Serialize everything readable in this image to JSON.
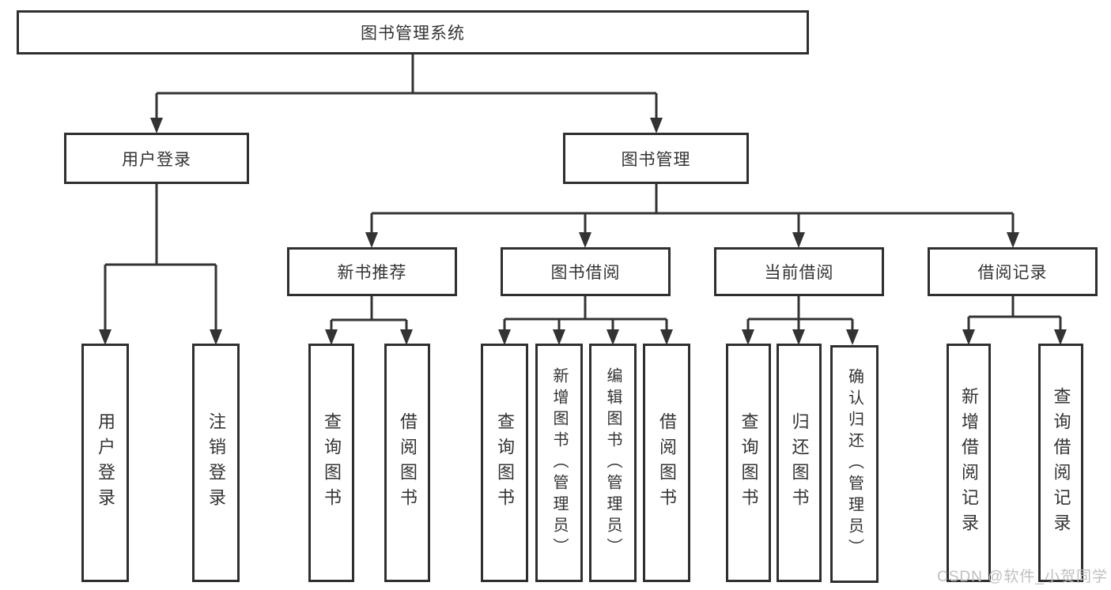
{
  "tree": {
    "root": {
      "label": "图书管理系统"
    },
    "branches": [
      {
        "label": "用户登录",
        "leaves": [
          "用户登录",
          "注销登录"
        ]
      },
      {
        "label": "图书管理",
        "children": [
          {
            "label": "新书推荐",
            "leaves": [
              "查询图书",
              "借阅图书"
            ]
          },
          {
            "label": "图书借阅",
            "leaves": [
              "查询图书",
              "新增图书（管理员）",
              "编辑图书（管理员）",
              "借阅图书"
            ]
          },
          {
            "label": "当前借阅",
            "leaves": [
              "查询图书",
              "归还图书",
              "确认归还（管理员）"
            ]
          },
          {
            "label": "借阅记录",
            "leaves": [
              "新增借阅记录",
              "查询借阅记录"
            ]
          }
        ]
      }
    ]
  },
  "watermark": {
    "text": "CSDN @软件_小贺同学"
  },
  "colors": {
    "background": "#ffffff",
    "box_fill": "#ffffff",
    "box_border": "#2f2f2f",
    "line": "#333333",
    "text": "#333333",
    "watermark": "#bfbfbf"
  }
}
